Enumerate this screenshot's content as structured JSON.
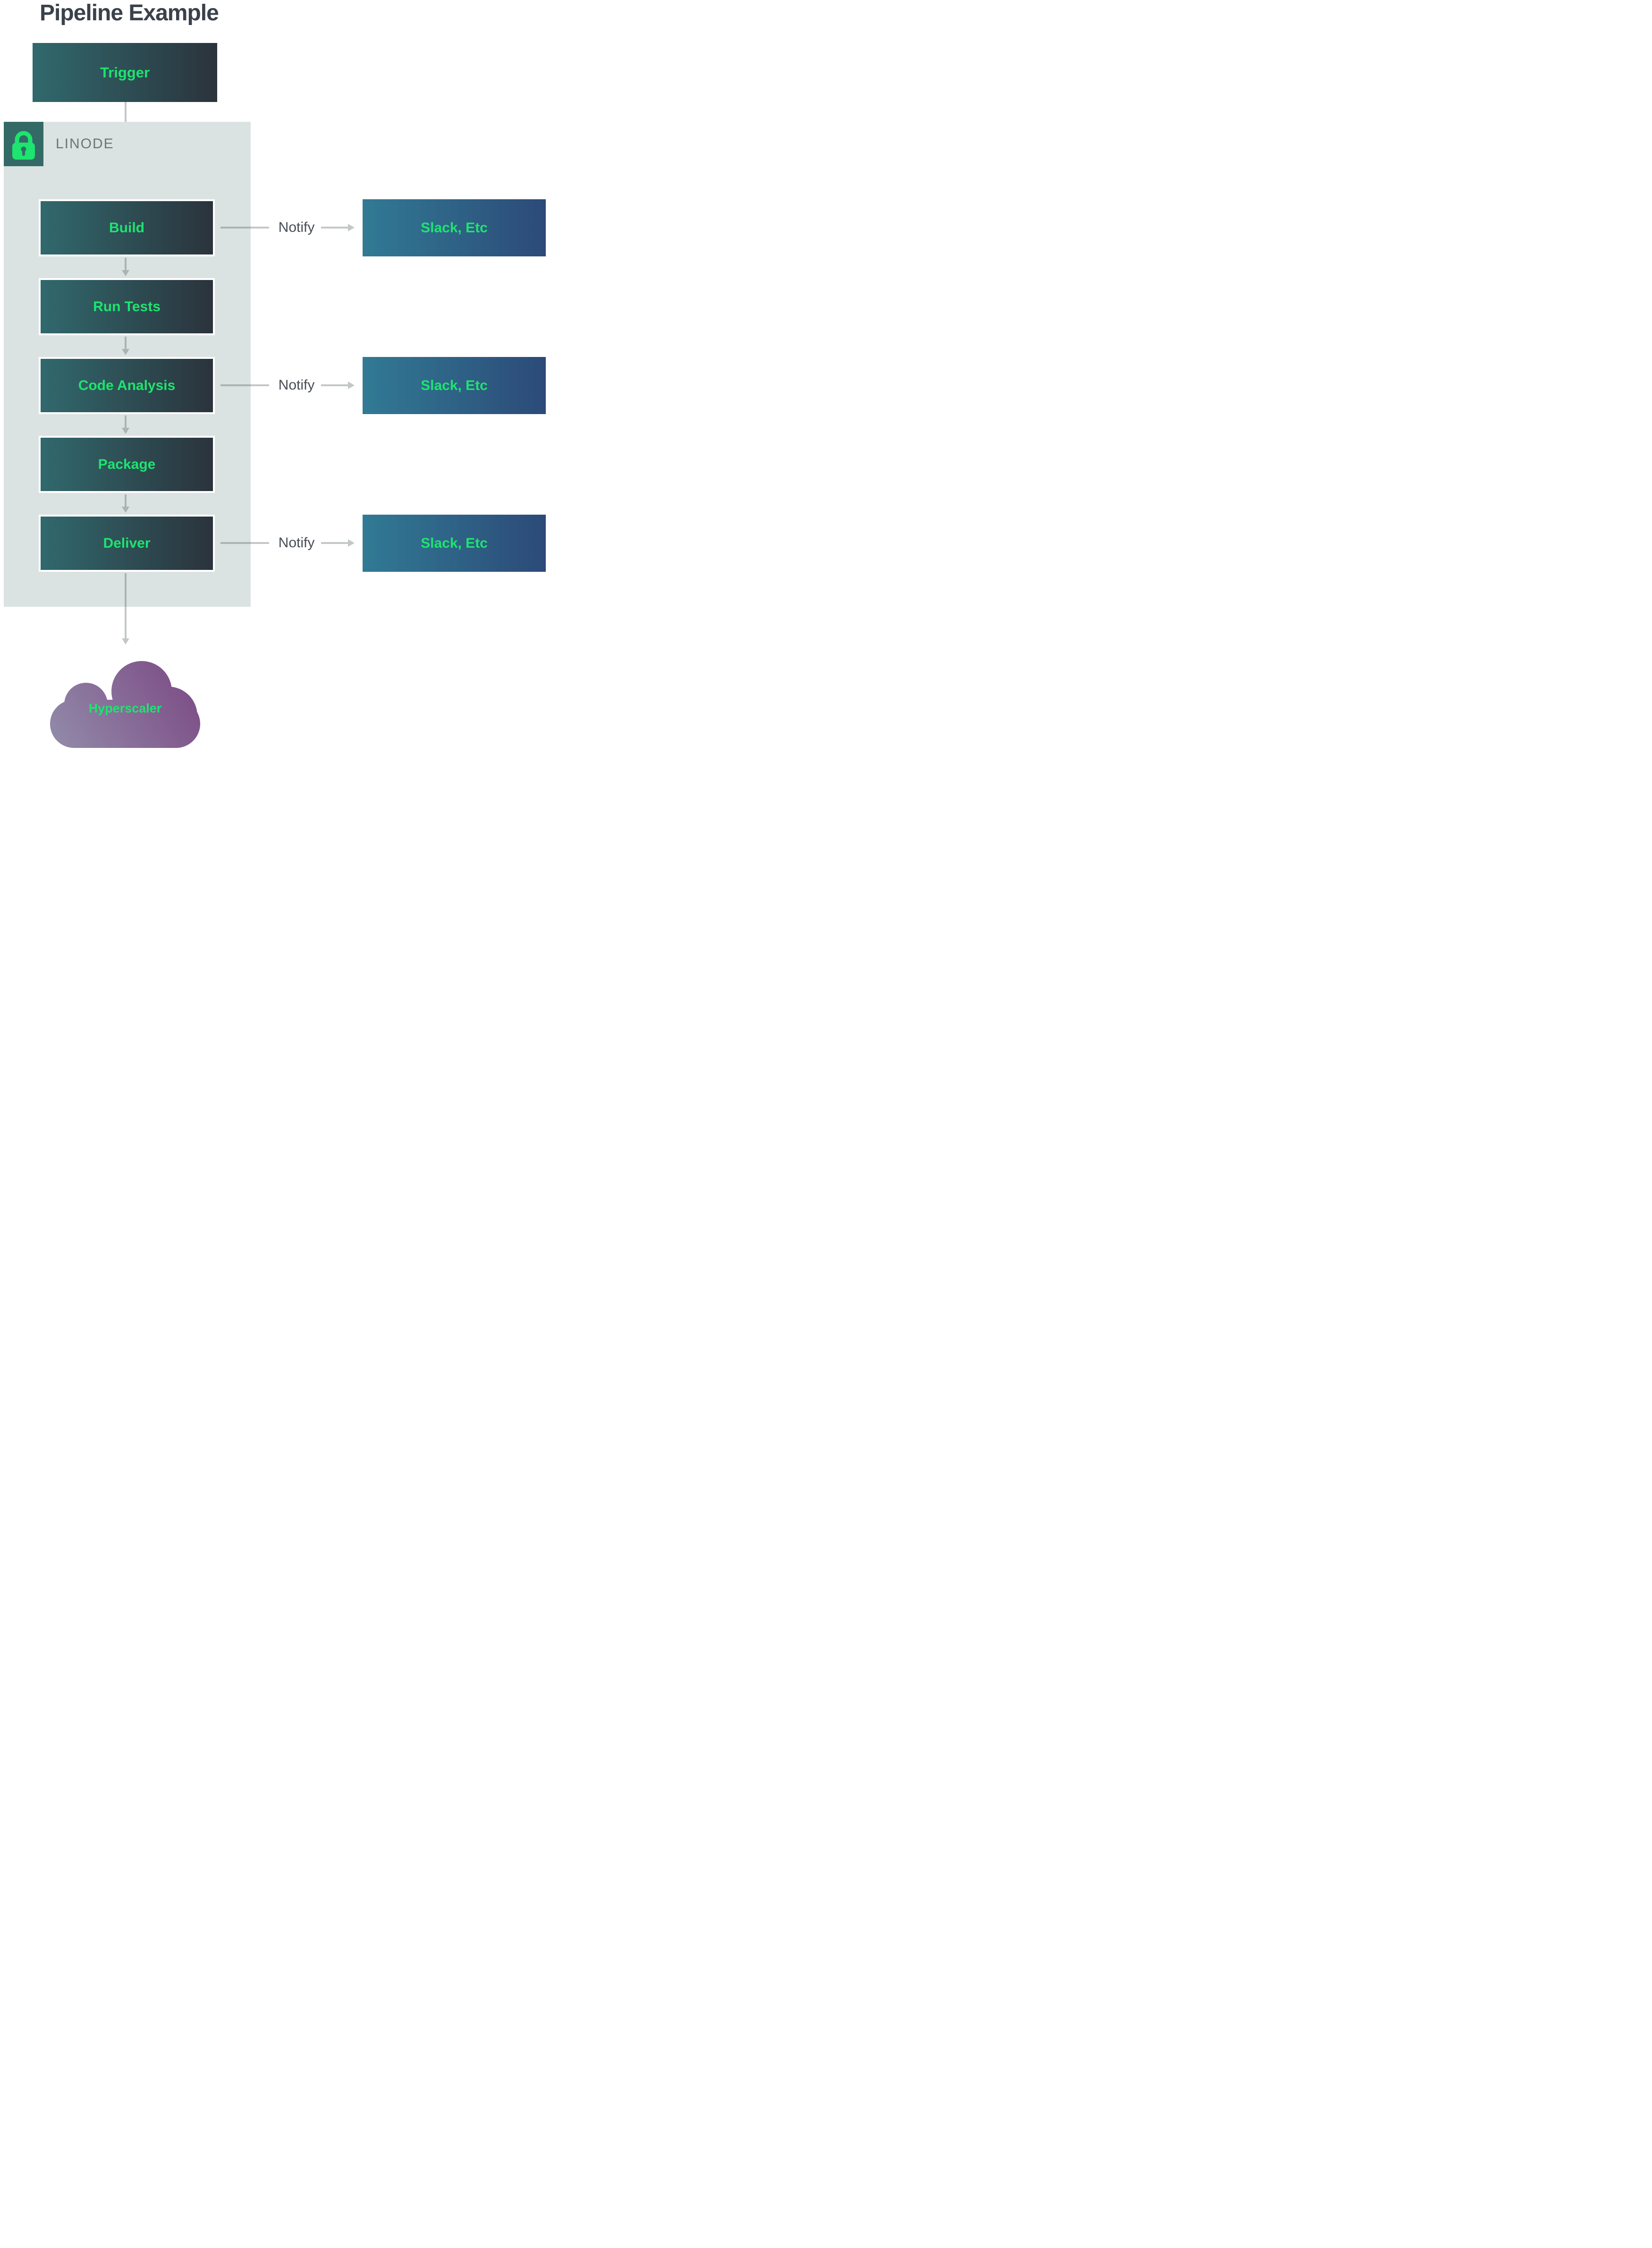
{
  "title": "Pipeline Example",
  "trigger": {
    "label": "Trigger"
  },
  "boundary": {
    "label": "LINODE",
    "icon": "lock-icon"
  },
  "stages": [
    {
      "label": "Build",
      "notify": true
    },
    {
      "label": "Run Tests",
      "notify": false
    },
    {
      "label": "Code Analysis",
      "notify": true
    },
    {
      "label": "Package",
      "notify": false
    },
    {
      "label": "Deliver",
      "notify": true
    }
  ],
  "notify": {
    "label": "Notify",
    "target_label": "Slack, Etc"
  },
  "output": {
    "label": "Hyperscaler"
  },
  "colors": {
    "accent_green": "#1de46f",
    "title_text": "#3a414a",
    "notify_text": "#474d54",
    "linode_text": "#6d7478",
    "panel_bg": "#dbe2e2",
    "badge_bg": "#336a66",
    "box_border": "#ffffff",
    "stage_grad_start": "#30696d",
    "stage_grad_end": "#2b333c",
    "slack_grad_start": "#317a94",
    "slack_grad_end": "#2c4a78",
    "cloud_grad_start": "#9189a8",
    "cloud_grad_end": "#7c4b85",
    "arrow": "rgba(60,70,72,0.30)"
  }
}
